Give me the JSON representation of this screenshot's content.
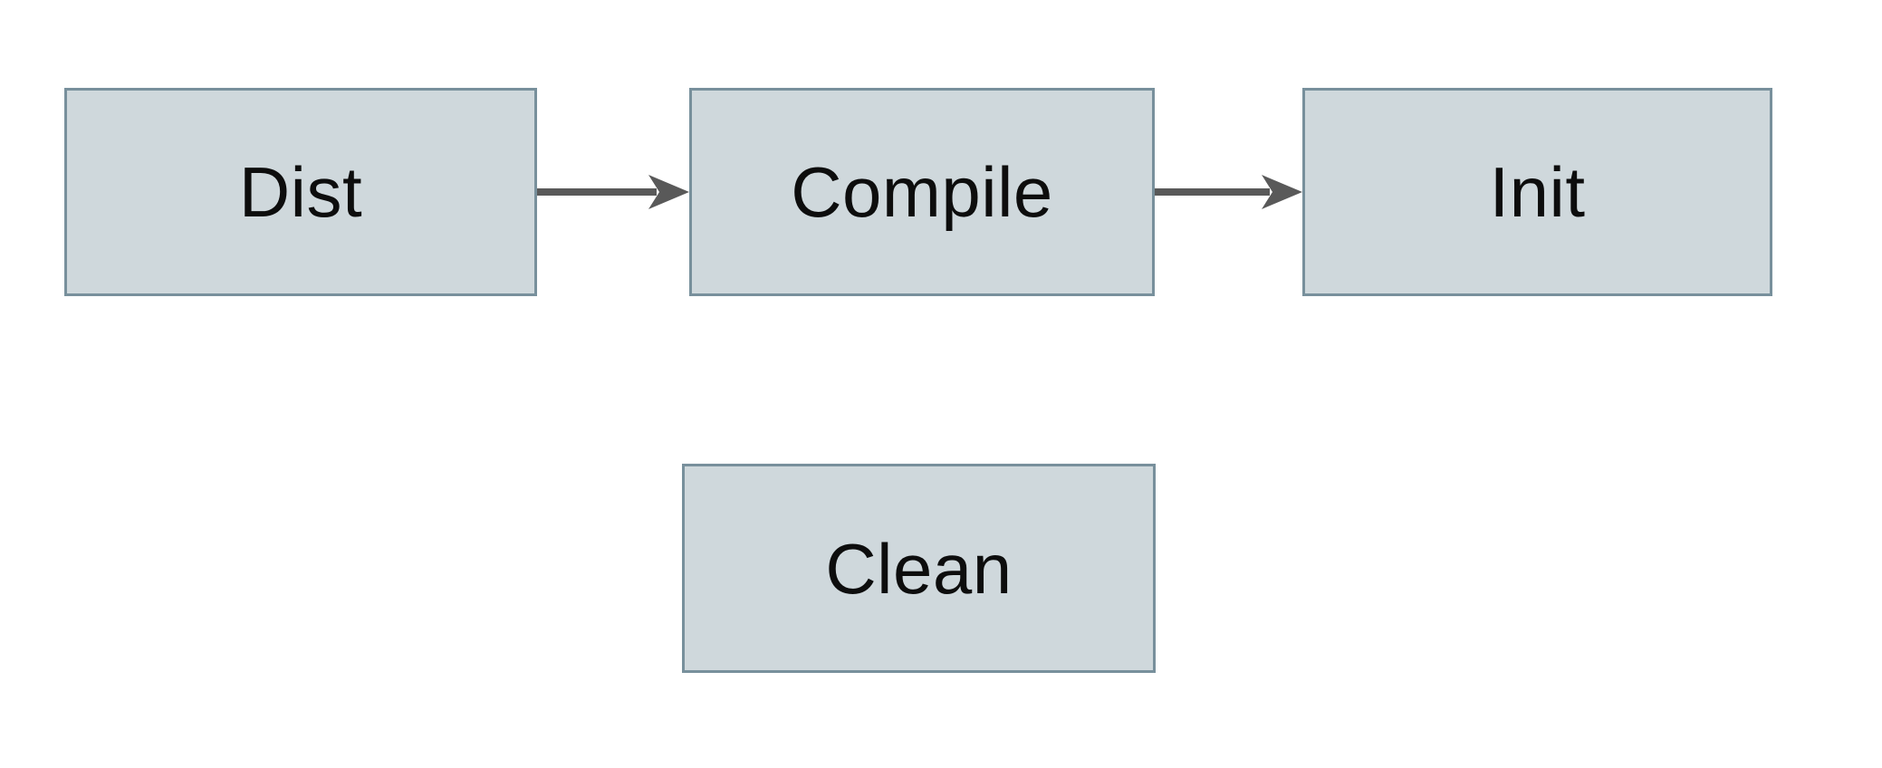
{
  "diagram": {
    "type": "flowchart",
    "nodes": [
      {
        "id": "dist",
        "label": "Dist"
      },
      {
        "id": "compile",
        "label": "Compile"
      },
      {
        "id": "init",
        "label": "Init"
      },
      {
        "id": "clean",
        "label": "Clean"
      }
    ],
    "edges": [
      {
        "from": "dist",
        "to": "compile",
        "style": "solid-arrow"
      },
      {
        "from": "compile",
        "to": "init",
        "style": "solid-arrow"
      }
    ]
  },
  "colors": {
    "background": "#ffffff",
    "node_fill": "#cfd8dc",
    "node_border": "#78909c",
    "node_text": "#0d0d0d",
    "arrow": "#595959"
  }
}
